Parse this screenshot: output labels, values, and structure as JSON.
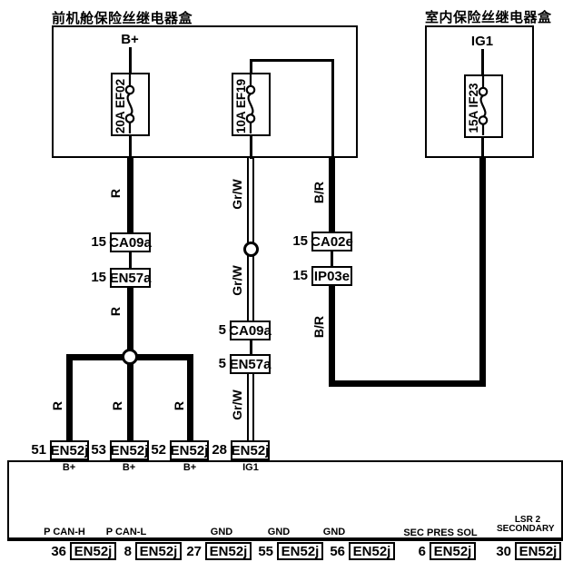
{
  "front_box": {
    "title": "前机舱保险丝继电器盒"
  },
  "interior_box": {
    "title": "室内保险丝继电器盒"
  },
  "labels": {
    "b_plus": "B+",
    "ig1": "IG1"
  },
  "fuses": {
    "ef02": "20A EF02",
    "ef19": "10A EF19",
    "if23": "15A IF23"
  },
  "wires": {
    "r": "R",
    "grw": "Gr/W",
    "br": "B/R"
  },
  "connectors": {
    "ca09a_15": {
      "pin": "15",
      "name": "CA09a"
    },
    "en57a_15": {
      "pin": "15",
      "name": "EN57a"
    },
    "ca02e_15": {
      "pin": "15",
      "name": "CA02e"
    },
    "ip03e_15": {
      "pin": "15",
      "name": "IP03e"
    },
    "ca09a_5": {
      "pin": "5",
      "name": "CA09a"
    },
    "en57a_5": {
      "pin": "5",
      "name": "EN57a"
    }
  },
  "top_pins": [
    {
      "num": "51",
      "name": "EN52j",
      "signal": "B+"
    },
    {
      "num": "53",
      "name": "EN52j",
      "signal": "B+"
    },
    {
      "num": "52",
      "name": "EN52j",
      "signal": "B+"
    },
    {
      "num": "28",
      "name": "EN52j",
      "signal": "IG1"
    }
  ],
  "bottom_pins": [
    {
      "num": "36",
      "name": "EN52j",
      "signal": "P CAN-H"
    },
    {
      "num": "8",
      "name": "EN52j",
      "signal": "P CAN-L"
    },
    {
      "num": "27",
      "name": "EN52j",
      "signal": "GND"
    },
    {
      "num": "55",
      "name": "EN52j",
      "signal": "GND"
    },
    {
      "num": "56",
      "name": "EN52j",
      "signal": "GND"
    },
    {
      "num": "6",
      "name": "EN52j",
      "signal": "SEC PRES SOL"
    },
    {
      "num": "30",
      "name": "EN52j",
      "signal_line1": "LSR 2",
      "signal_line2": "SECONDARY"
    }
  ],
  "colors": {
    "line": "#000000",
    "background": "#ffffff"
  }
}
